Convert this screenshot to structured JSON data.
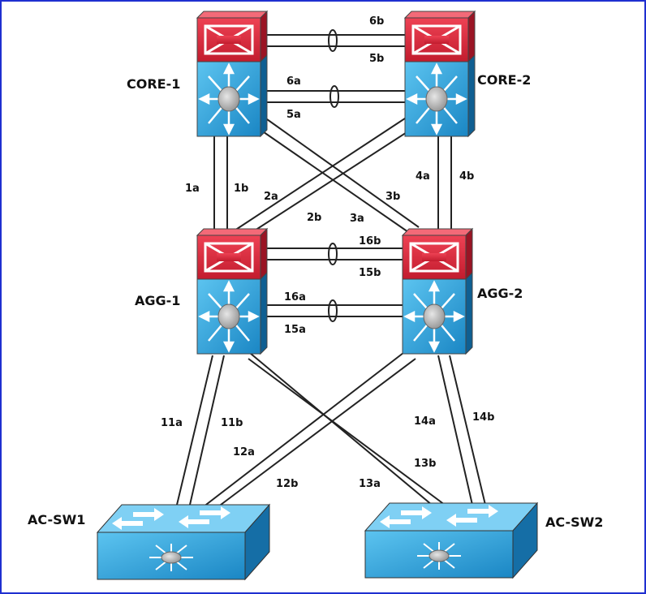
{
  "devices": {
    "core1": "CORE-1",
    "core2": "CORE-2",
    "agg1": "AGG-1",
    "agg2": "AGG-2",
    "acsw1": "AC-SW1",
    "acsw2": "AC-SW2"
  },
  "links": {
    "l6b": "6b",
    "l5b": "5b",
    "l6a": "6a",
    "l5a": "5a",
    "l1a": "1a",
    "l1b": "1b",
    "l2a": "2a",
    "l2b": "2b",
    "l3a": "3a",
    "l3b": "3b",
    "l4a": "4a",
    "l4b": "4b",
    "l16b": "16b",
    "l15b": "15b",
    "l16a": "16a",
    "l15a": "15a",
    "l11a": "11a",
    "l11b": "11b",
    "l12a": "12a",
    "l12b": "12b",
    "l13a": "13a",
    "l13b": "13b",
    "l14a": "14a",
    "l14b": "14b"
  },
  "colors": {
    "frame": "#1f2fd0",
    "switch_red": "#d8283a",
    "switch_blue": "#2aa0d8",
    "hub_gray": "#b8b8b8"
  }
}
